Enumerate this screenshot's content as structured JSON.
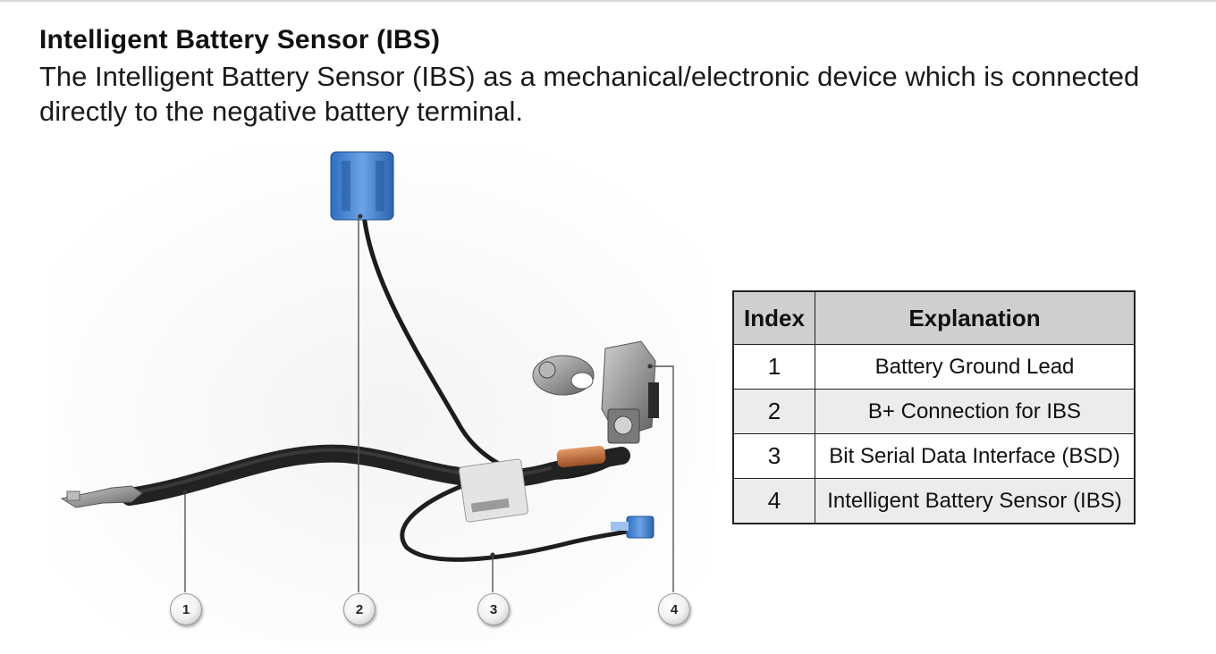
{
  "title": "Intelligent Battery Sensor (IBS)",
  "description": "The Intelligent Battery Sensor (IBS) as a mechanical/electronic device which is connected directly to the negative battery terminal.",
  "figure": {
    "callouts": [
      "1",
      "2",
      "3",
      "4"
    ]
  },
  "table": {
    "headers": {
      "index": "Index",
      "explanation": "Explanation"
    },
    "rows": [
      {
        "index": "1",
        "explanation": "Battery Ground Lead"
      },
      {
        "index": "2",
        "explanation": "B+ Connection for IBS"
      },
      {
        "index": "3",
        "explanation": "Bit Serial Data Interface (BSD)"
      },
      {
        "index": "4",
        "explanation": "Intelligent Battery Sensor (IBS)"
      }
    ]
  }
}
